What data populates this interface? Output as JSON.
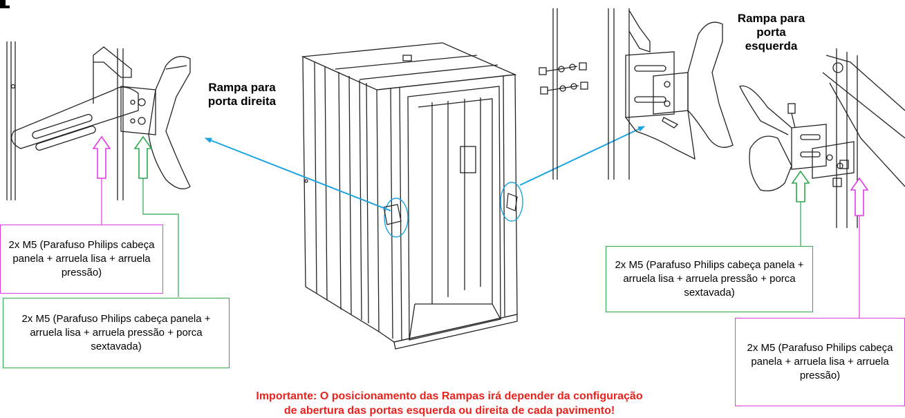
{
  "labels": {
    "ramp_right": "Rampa para porta direita",
    "ramp_left": "Rampa para porta esquerda"
  },
  "callouts": {
    "left_pink": "2x M5 (Parafuso Philips cabeça panela +  arruela lisa + arruela pressão)",
    "left_green": "2x M5 (Parafuso Philips cabeça panela +  arruela lisa + arruela pressão + porca sextavada)",
    "right_green": "2x M5 (Parafuso Philips cabeça panela +  arruela lisa + arruela pressão + porca sextavada)",
    "right_pink": "2x M5 (Parafuso Philips cabeça panela + arruela lisa + arruela pressão)"
  },
  "note": {
    "line1": "Importante: O posicionamento das Rampas irá depender da configuração",
    "line2": "de abertura das portas esquerda ou direita de cada pavimento!"
  },
  "colors": {
    "pointer_arrow": "#1aa3e0",
    "pink": "#e23ae2",
    "green": "#2aa84a",
    "note_red": "#e8231e"
  }
}
